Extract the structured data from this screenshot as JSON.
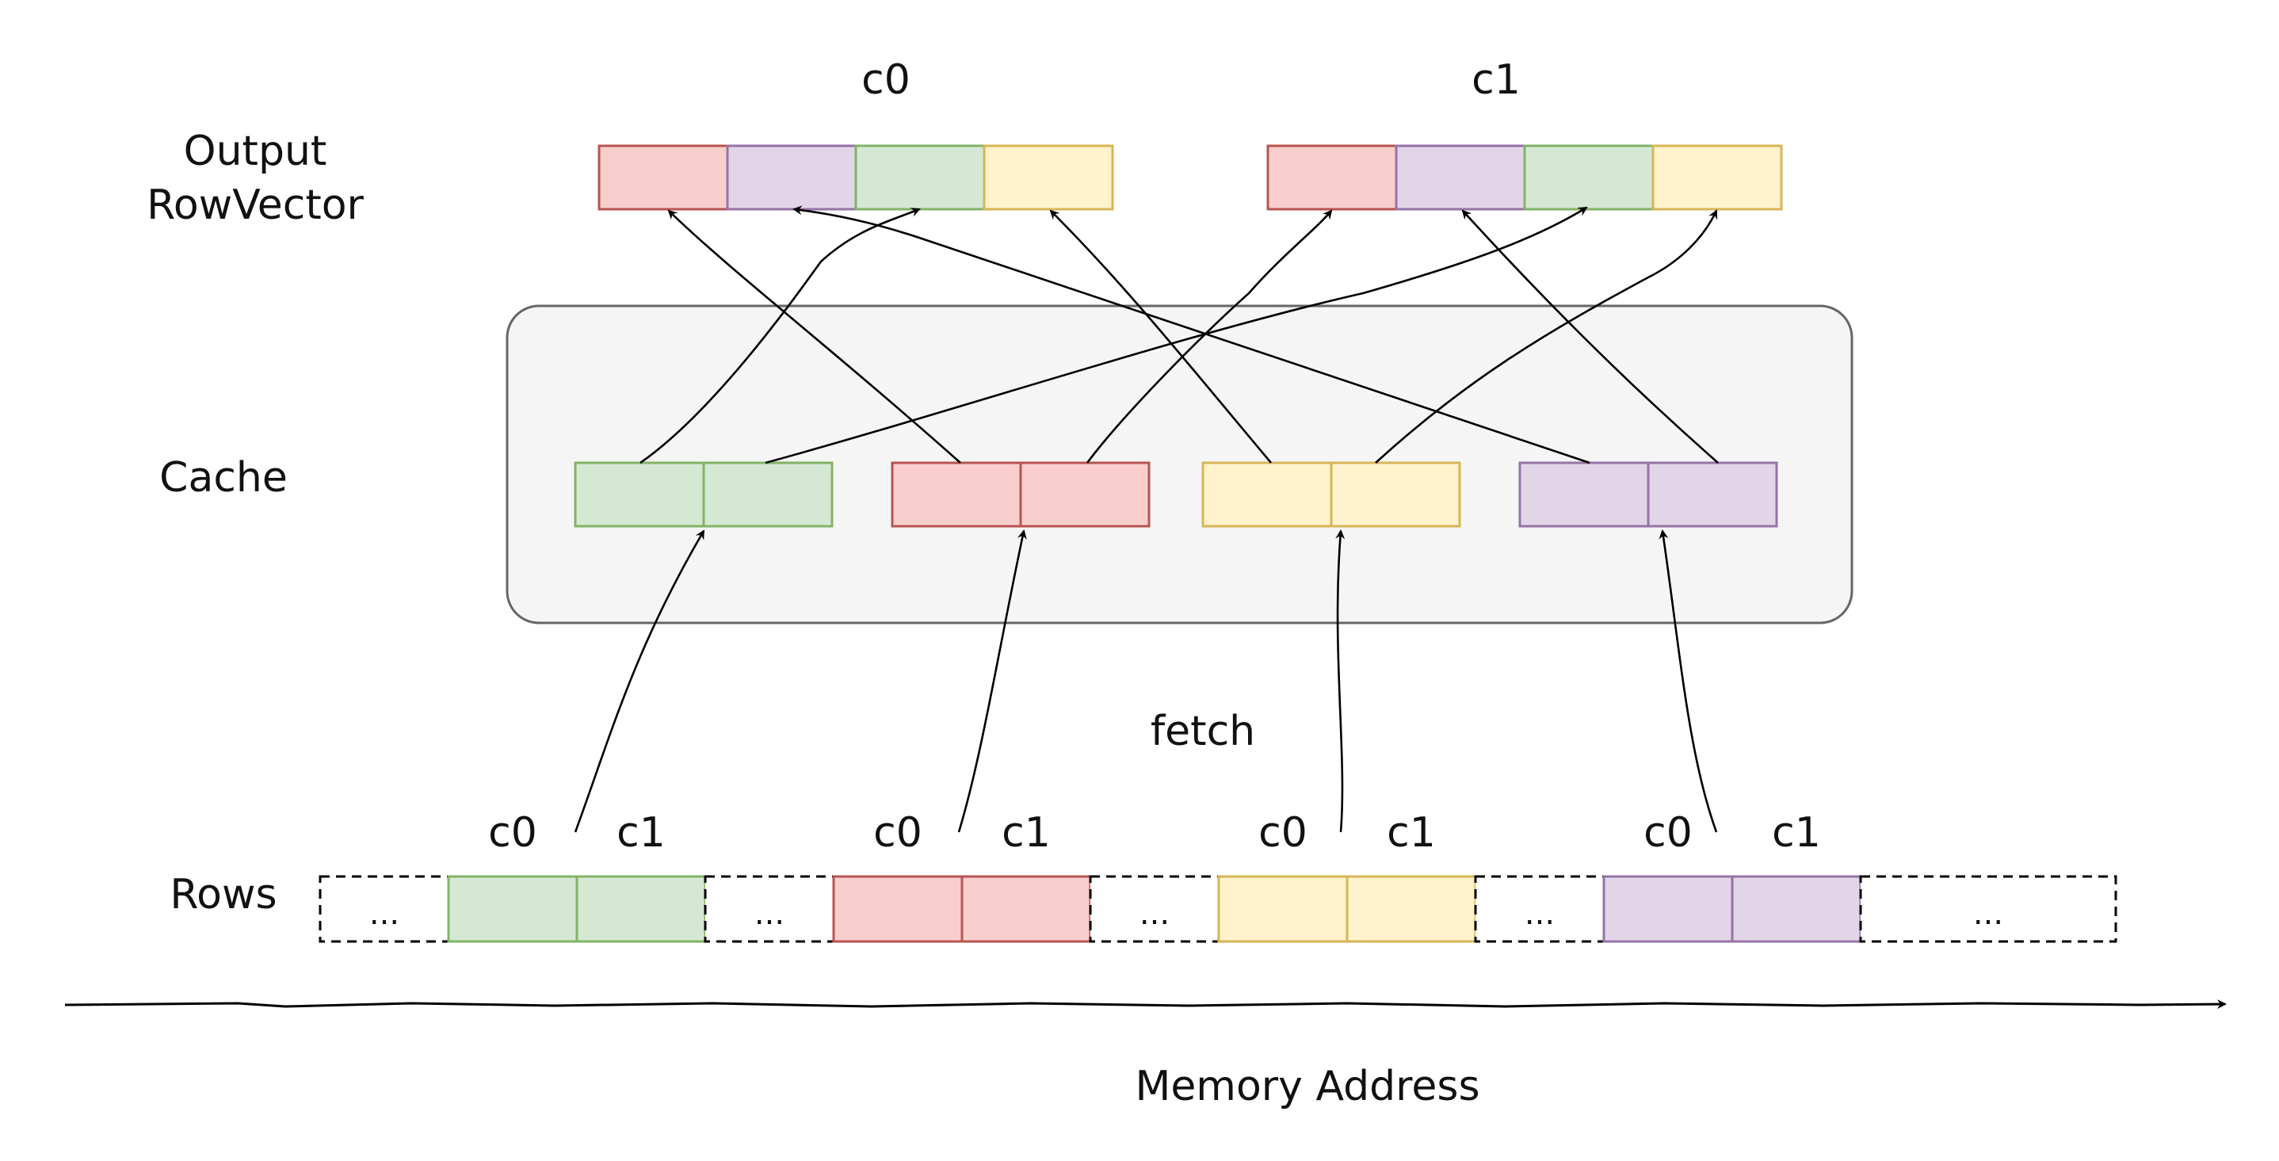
{
  "labels": {
    "output": [
      "Output",
      "RowVector"
    ],
    "cache": "Cache",
    "rows": "Rows",
    "fetch": "fetch",
    "memory_axis": "Memory Address",
    "c0": "c0",
    "c1": "c1",
    "ellipsis": "..."
  },
  "colors": {
    "green": {
      "fill": "#d5e8d4",
      "stroke": "#82b366"
    },
    "red": {
      "fill": "#f8cecc",
      "stroke": "#b85450"
    },
    "yellow": {
      "fill": "#fff2cc",
      "stroke": "#d6b656"
    },
    "purple": {
      "fill": "#e1d5e7",
      "stroke": "#9673a6"
    },
    "cache_bg": {
      "fill": "#f5f5f5",
      "stroke": "#666666"
    }
  },
  "output_vectors": [
    {
      "label": "c0",
      "cells": [
        "red",
        "purple",
        "green",
        "yellow"
      ]
    },
    {
      "label": "c1",
      "cells": [
        "red",
        "purple",
        "green",
        "yellow"
      ]
    }
  ],
  "cache_blocks": [
    "green",
    "red",
    "yellow",
    "purple"
  ],
  "rows": [
    {
      "kind": "ellipsis"
    },
    {
      "kind": "row",
      "color": "green"
    },
    {
      "kind": "ellipsis"
    },
    {
      "kind": "row",
      "color": "red"
    },
    {
      "kind": "ellipsis"
    },
    {
      "kind": "row",
      "color": "yellow"
    },
    {
      "kind": "ellipsis"
    },
    {
      "kind": "row",
      "color": "purple"
    },
    {
      "kind": "ellipsis"
    }
  ]
}
